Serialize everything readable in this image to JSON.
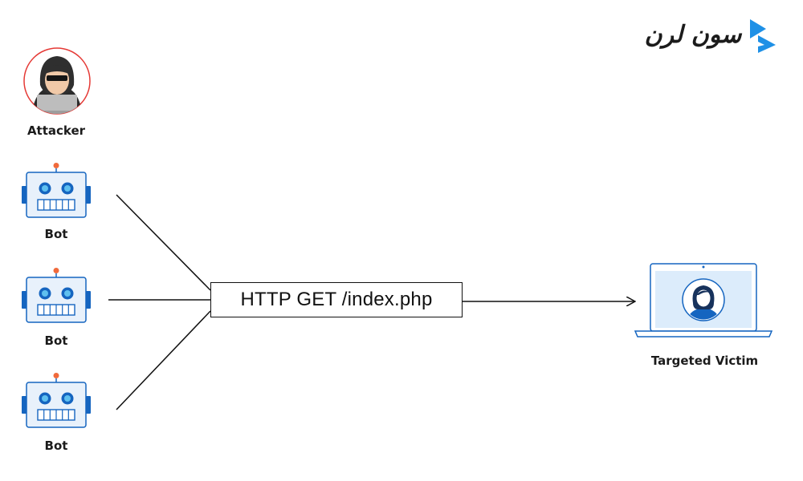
{
  "brand": {
    "name": "سون لرن",
    "accent": "#1e90e6"
  },
  "nodes": {
    "attacker": {
      "label": "Attacker",
      "icon": "hacker-icon"
    },
    "bots": [
      {
        "label": "Bot",
        "icon": "robot-icon"
      },
      {
        "label": "Bot",
        "icon": "robot-icon"
      },
      {
        "label": "Bot",
        "icon": "robot-icon"
      }
    ],
    "victim": {
      "label": "Targeted Victim",
      "icon": "laptop-user-icon"
    }
  },
  "request": {
    "label": "HTTP GET /index.php"
  },
  "colors": {
    "robot_body": "#e8f1fb",
    "robot_blue": "#1565c0",
    "antenna": "#f06a3c",
    "attacker_ring": "#e53935",
    "laptop_screen": "#dcecfb"
  }
}
